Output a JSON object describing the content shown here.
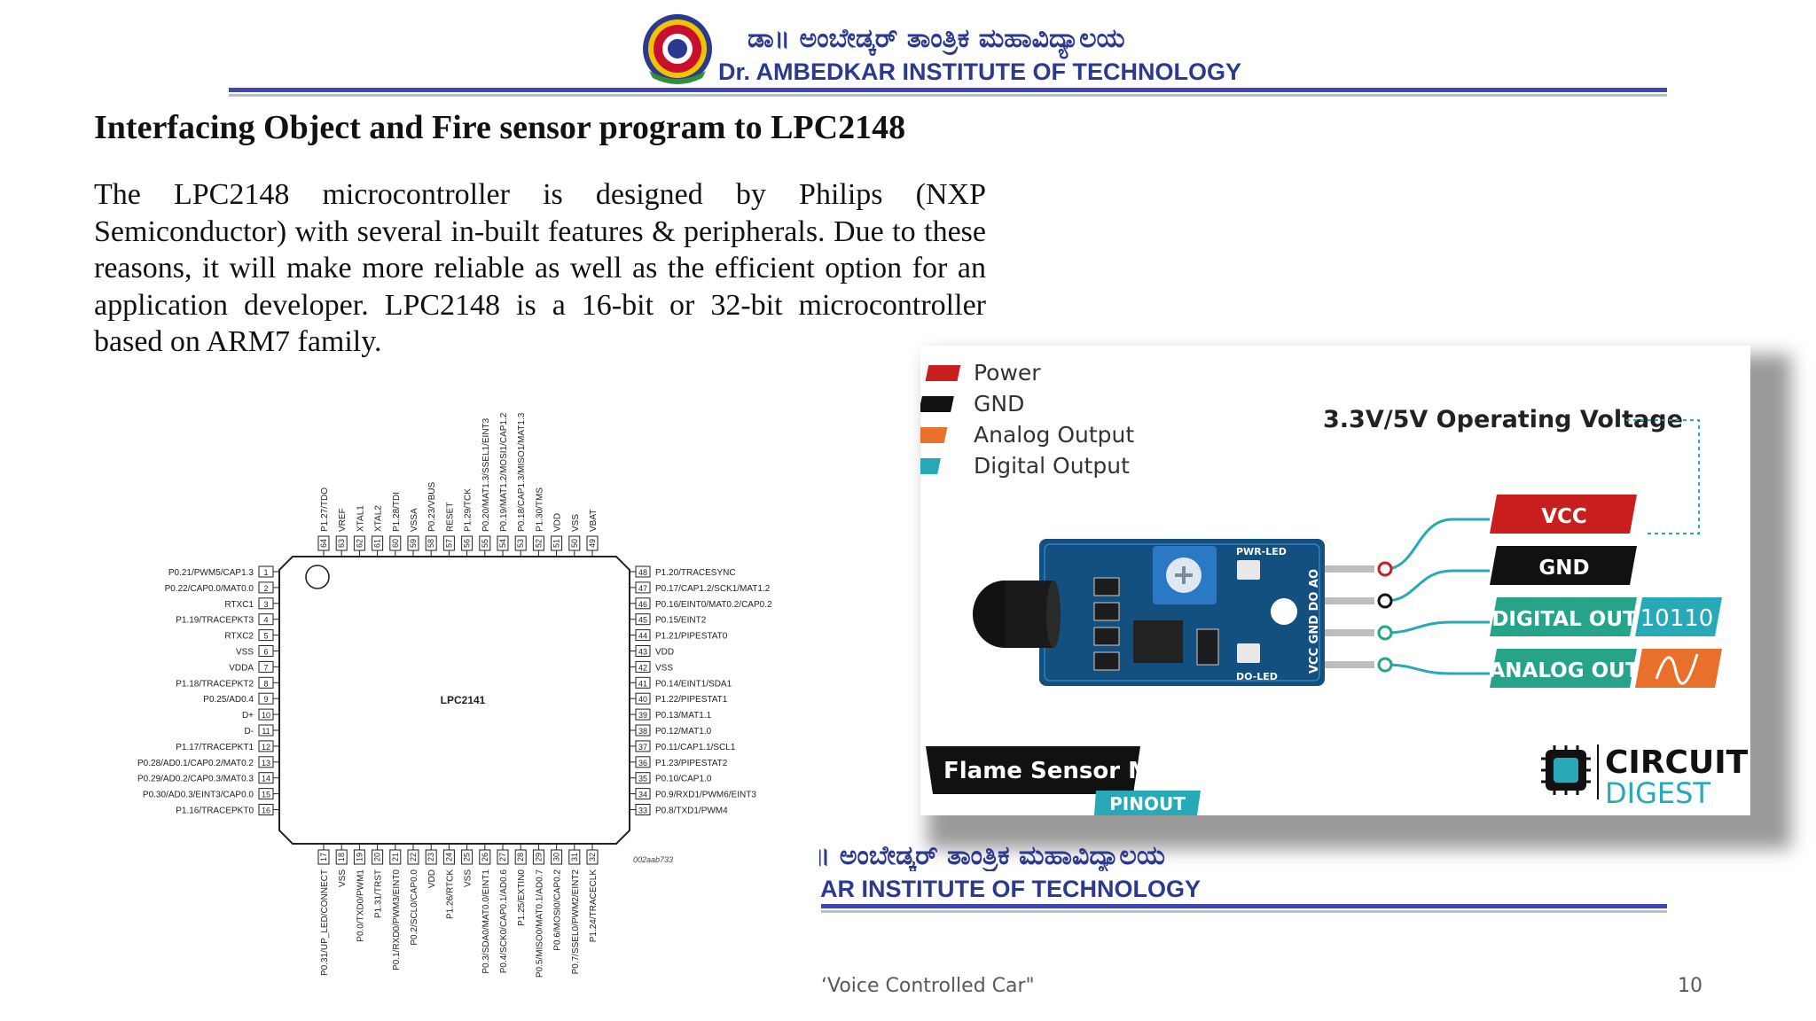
{
  "header": {
    "kannada_name": "ಡಾ॥ ಅಂಬೇಡ್ಕರ್ ತಾಂತ್ರಿಕ ಮಹಾವಿದ್ಯಾಲಯ",
    "english_name": "Dr. AMBEDKAR INSTITUTE OF TECHNOLOGY",
    "logo_icon": "institute-emblem-icon",
    "colors": {
      "brand_blue": "#2b3a8f",
      "rule_blue": "#3f46b8",
      "logo_red": "#c8102e",
      "logo_yellow": "#f2c300"
    }
  },
  "slide": {
    "title": "Interfacing Object and Fire sensor program to LPC2148",
    "paragraph": "The LPC2148 microcontroller is designed by Philips (NXP Semiconductor) with several in-built features & peripherals. Due to these reasons, it will make more reliable as well as the efficient option for an application developer. LPC2148 is a 16-bit or 32-bit microcontroller based on ARM7 family."
  },
  "chip_diagram": {
    "chip_label": "LPC2141",
    "figure_code": "002aab733",
    "left_pins": [
      {
        "num": "1",
        "name": "P0.21/PWM5/CAP1.3"
      },
      {
        "num": "2",
        "name": "P0.22/CAP0.0/MAT0.0"
      },
      {
        "num": "3",
        "name": "RTXC1"
      },
      {
        "num": "4",
        "name": "P1.19/TRACEPKT3"
      },
      {
        "num": "5",
        "name": "RTXC2"
      },
      {
        "num": "6",
        "name": "VSS"
      },
      {
        "num": "7",
        "name": "VDDA"
      },
      {
        "num": "8",
        "name": "P1.18/TRACEPKT2"
      },
      {
        "num": "9",
        "name": "P0.25/AD0.4"
      },
      {
        "num": "10",
        "name": "D+"
      },
      {
        "num": "11",
        "name": "D-"
      },
      {
        "num": "12",
        "name": "P1.17/TRACEPKT1"
      },
      {
        "num": "13",
        "name": "P0.28/AD0.1/CAP0.2/MAT0.2"
      },
      {
        "num": "14",
        "name": "P0.29/AD0.2/CAP0.3/MAT0.3"
      },
      {
        "num": "15",
        "name": "P0.30/AD0.3/EINT3/CAP0.0"
      },
      {
        "num": "16",
        "name": "P1.16/TRACEPKT0"
      }
    ],
    "right_pins": [
      {
        "num": "48",
        "name": "P1.20/TRACESYNC"
      },
      {
        "num": "47",
        "name": "P0.17/CAP1.2/SCK1/MAT1.2"
      },
      {
        "num": "46",
        "name": "P0.16/EINT0/MAT0.2/CAP0.2"
      },
      {
        "num": "45",
        "name": "P0.15/EINT2"
      },
      {
        "num": "44",
        "name": "P1.21/PIPESTAT0"
      },
      {
        "num": "43",
        "name": "VDD"
      },
      {
        "num": "42",
        "name": "VSS"
      },
      {
        "num": "41",
        "name": "P0.14/EINT1/SDA1"
      },
      {
        "num": "40",
        "name": "P1.22/PIPESTAT1"
      },
      {
        "num": "39",
        "name": "P0.13/MAT1.1"
      },
      {
        "num": "38",
        "name": "P0.12/MAT1.0"
      },
      {
        "num": "37",
        "name": "P0.11/CAP1.1/SCL1"
      },
      {
        "num": "36",
        "name": "P1.23/PIPESTAT2"
      },
      {
        "num": "35",
        "name": "P0.10/CAP1.0"
      },
      {
        "num": "34",
        "name": "P0.9/RXD1/PWM6/EINT3"
      },
      {
        "num": "33",
        "name": "P0.8/TXD1/PWM4"
      }
    ],
    "top_pins": [
      {
        "num": "64",
        "name": "P1.27/TDO"
      },
      {
        "num": "63",
        "name": "VREF"
      },
      {
        "num": "62",
        "name": "XTAL1"
      },
      {
        "num": "61",
        "name": "XTAL2"
      },
      {
        "num": "60",
        "name": "P1.28/TDI"
      },
      {
        "num": "59",
        "name": "VSSA"
      },
      {
        "num": "58",
        "name": "P0.23/VBUS"
      },
      {
        "num": "57",
        "name": "RESET"
      },
      {
        "num": "56",
        "name": "P1.29/TCK"
      },
      {
        "num": "55",
        "name": "P0.20/MAT1.3/SSEL1/EINT3"
      },
      {
        "num": "54",
        "name": "P0.19/MAT1.2/MOSI1/CAP1.2"
      },
      {
        "num": "53",
        "name": "P0.18/CAP1.3/MISO1/MAT1.3"
      },
      {
        "num": "52",
        "name": "P1.30/TMS"
      },
      {
        "num": "51",
        "name": "VDD"
      },
      {
        "num": "50",
        "name": "VSS"
      },
      {
        "num": "49",
        "name": "VBAT"
      }
    ],
    "bottom_pins": [
      {
        "num": "17",
        "name": "P0.31/UP_LED/CONNECT"
      },
      {
        "num": "18",
        "name": "VSS"
      },
      {
        "num": "19",
        "name": "P0.0/TXD0/PWM1"
      },
      {
        "num": "20",
        "name": "P1.31/TRST"
      },
      {
        "num": "21",
        "name": "P0.1/RXD0/PWM3/EINT0"
      },
      {
        "num": "22",
        "name": "P0.2/SCL0/CAP0.0"
      },
      {
        "num": "23",
        "name": "VDD"
      },
      {
        "num": "24",
        "name": "P1.26/RTCK"
      },
      {
        "num": "25",
        "name": "VSS"
      },
      {
        "num": "26",
        "name": "P0.3/SDA0/MAT0.0/EINT1"
      },
      {
        "num": "27",
        "name": "P0.4/SCK0/CAP0.1/AD0.6"
      },
      {
        "num": "28",
        "name": "P1.25/EXTIN0"
      },
      {
        "num": "29",
        "name": "P0.5/MISO0/MAT0.1/AD0.7"
      },
      {
        "num": "30",
        "name": "P0.6/MOSI0/CAP0.2"
      },
      {
        "num": "31",
        "name": "P0.7/SSEL0/PWM2/EINT2"
      },
      {
        "num": "32",
        "name": "P1.24/TRACECLK"
      }
    ]
  },
  "sensor_module": {
    "legend": [
      {
        "label": "Power",
        "color": "#c81e1e"
      },
      {
        "label": "GND",
        "color": "#111111"
      },
      {
        "label": "Analog Output",
        "color": "#e8702a"
      },
      {
        "label": "Digital Output",
        "color": "#27a9b8"
      }
    ],
    "voltage_label": "3.3V/5V Operating Voltage",
    "pins": [
      {
        "label": "VCC",
        "color": "#c81e1e"
      },
      {
        "label": "GND",
        "color": "#111111"
      },
      {
        "label": "DIGITAL OUT",
        "color": "#27a38a",
        "extra": "10110",
        "extra_color": "#27a9b8"
      },
      {
        "label": "ANALOG OUT",
        "color": "#27a38a",
        "extra_color": "#e8702a"
      }
    ],
    "board_labels": {
      "pwr_led": "PWR-LED",
      "do_led": "DO-LED",
      "pin_row": "VCC GND DO AO"
    },
    "title_main": "Flame Sensor Module",
    "title_sub": "PINOUT",
    "brand_top": "CIRCUIT",
    "brand_bottom": "DIGEST",
    "brand_icon": "chip-logo-icon"
  },
  "overlap_fragment": {
    "kannada_name": "ಡಾ॥ ಅಂಬೇಡ್ಕರ್ ತಾಂತ್ರಿಕ ಮಹಾವಿದ್ಯಾಲಯ",
    "english_name": "Dr. AMBEDKAR INSTITUTE OF TECHNOLOGY"
  },
  "footer": {
    "title": "‘Voice Controlled Car\"",
    "page_number": "10"
  }
}
